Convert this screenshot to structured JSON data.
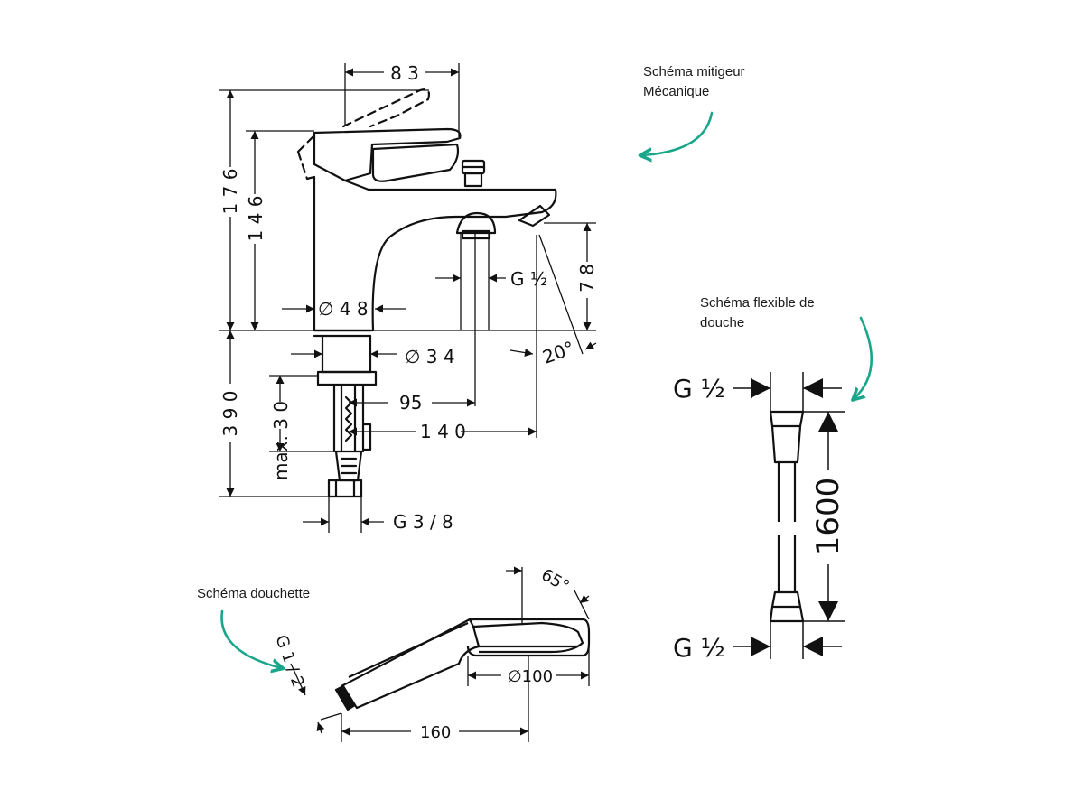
{
  "annotations": {
    "mixer": "Schéma mitigeur\nMécanique",
    "hose": "Schéma flexible de\ndouche",
    "handshower": "Schéma douchette"
  },
  "dimensions": {
    "d83": "8 3",
    "d176": "1 7 6",
    "d146": "1 4 6",
    "d48": "∅  4 8",
    "g12_outlet": "G  ½",
    "d78": "7 8",
    "d20deg": "20°",
    "d34": "∅  3 4",
    "d390": "3 9 0",
    "max30": "max. 3 0",
    "d95": "95",
    "d140": "1 4 0",
    "g38": "G  3 / 8",
    "hose_g12_top": "G ½",
    "hose_g12_bottom": "G ½",
    "d1600": "1600",
    "hs_g12": "G  1 / 2",
    "d65deg": "65°",
    "d100": "∅100",
    "d160": "160"
  },
  "colors": {
    "arrow_accent": "#1aa68a",
    "line": "#111111"
  }
}
